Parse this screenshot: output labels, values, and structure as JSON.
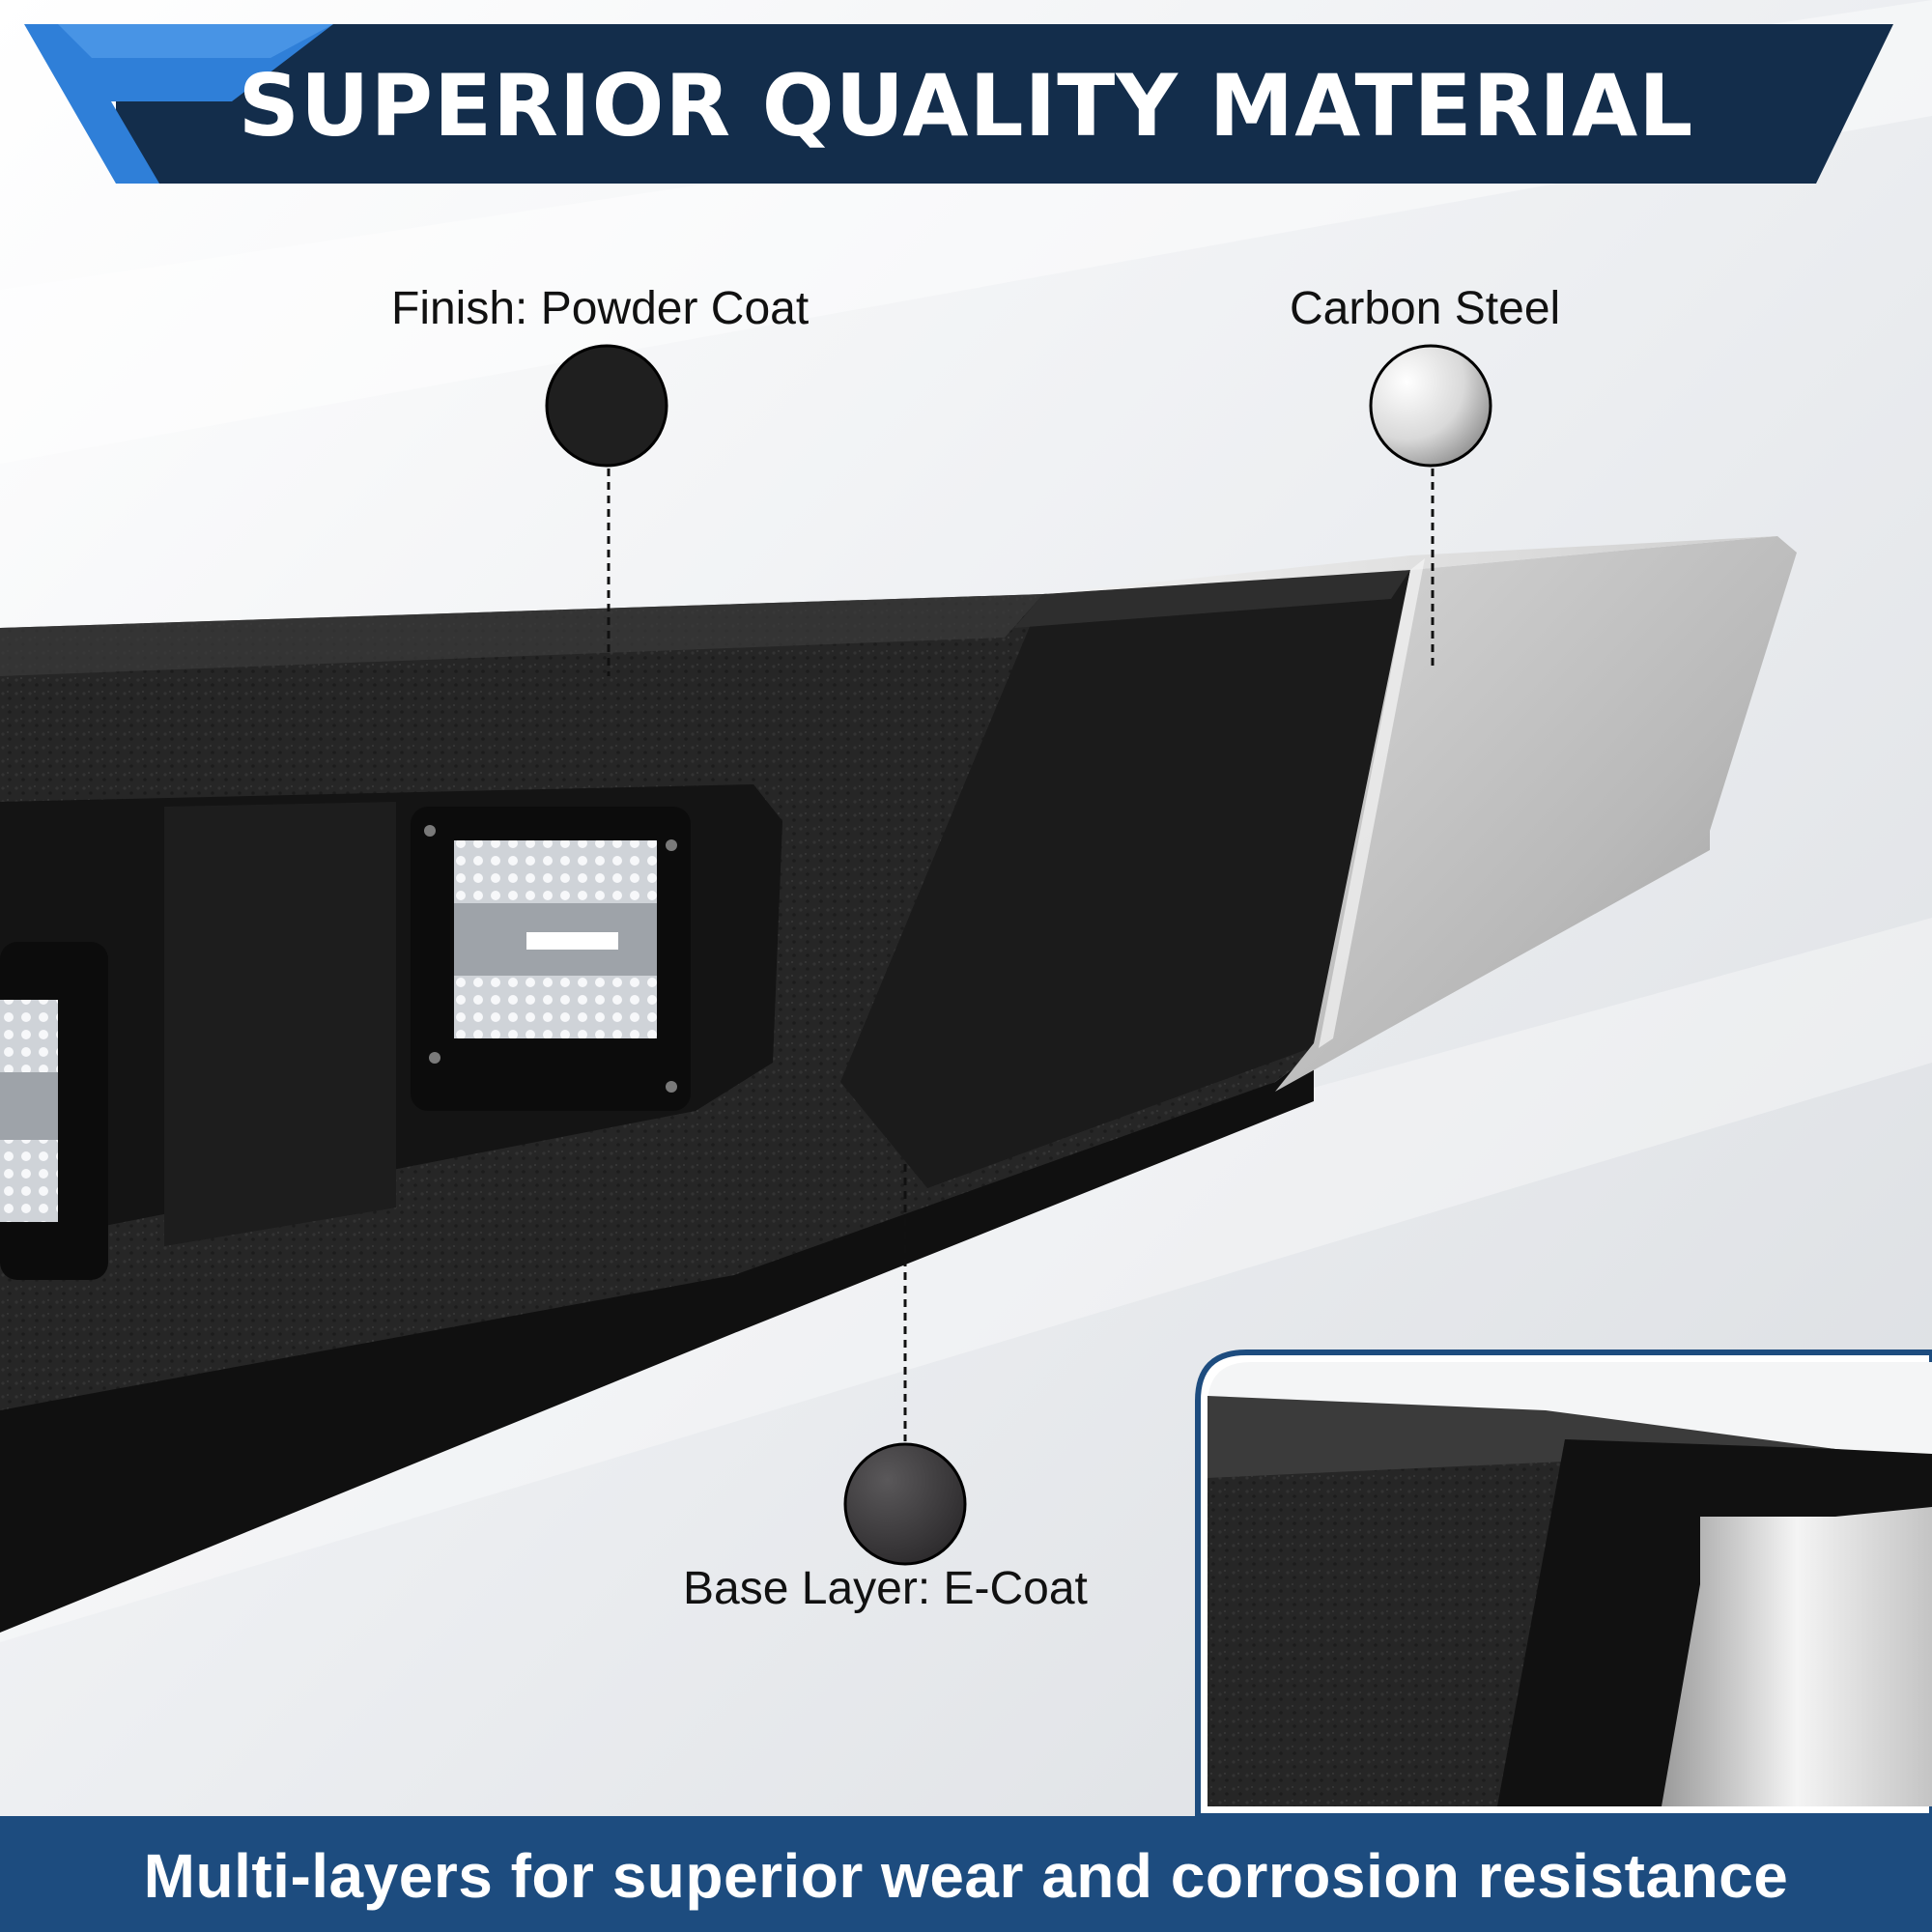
{
  "header": {
    "title": "SUPERIOR QUALITY MATERIAL",
    "bar_color": "#132d4b",
    "accent_color": "#2f7fd8"
  },
  "callouts": {
    "powder_coat": "Finish: Powder Coat",
    "carbon_steel": "Carbon Steel",
    "e_coat": "Base Layer: E-Coat"
  },
  "footer": {
    "text": "Multi-layers for superior wear and corrosion resistance",
    "bar_color": "#1d4c7f"
  },
  "swatches": {
    "powder_coat_color": "#1f1f1f",
    "carbon_steel_color": "#d8d8d8",
    "e_coat_color": "#3c3a3c"
  }
}
